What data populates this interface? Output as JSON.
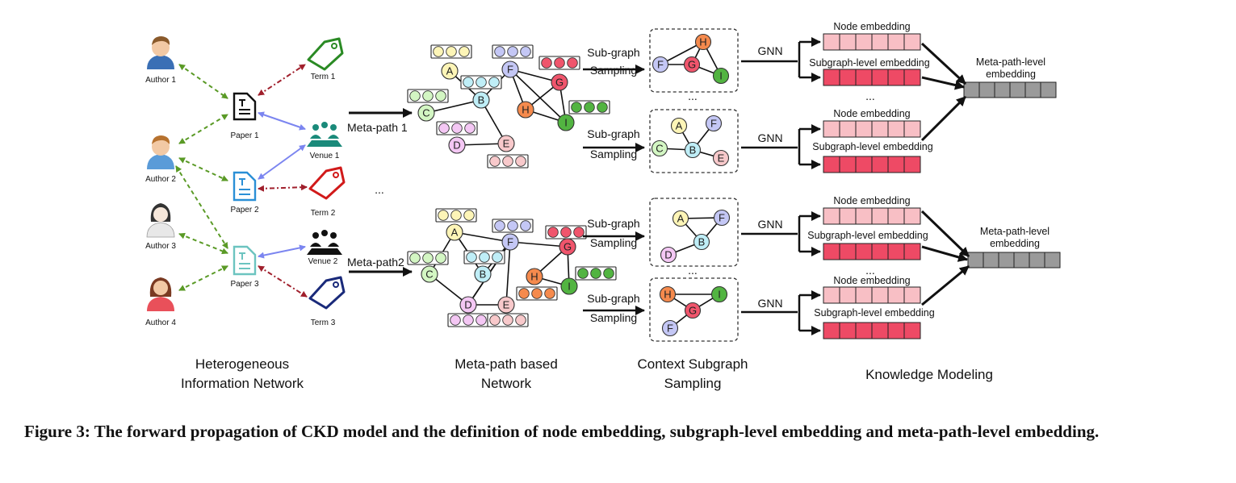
{
  "hin": {
    "authors": [
      "Author 1",
      "Author 2",
      "Author 3",
      "Author 4"
    ],
    "papers": [
      "Paper 1",
      "Paper 2",
      "Paper 3"
    ],
    "venues": [
      "Venue 1",
      "Venue 2"
    ],
    "terms": [
      "Term 1",
      "Term 2",
      "Term 3"
    ],
    "title_line1": "Heterogeneous",
    "title_line2": "Information Network"
  },
  "meta_paths": [
    "Meta-path 1",
    "Meta-path2"
  ],
  "nodes": [
    "A",
    "B",
    "C",
    "D",
    "E",
    "F",
    "G",
    "H",
    "I"
  ],
  "ellipsis": "...",
  "sampling": {
    "line1": "Sub-graph",
    "line2": "Sampling"
  },
  "gnn_label": "GNN",
  "embedding": {
    "node": "Node embedding",
    "subgraph": "Subgraph-level embedding",
    "meta_path_line1": "Meta-path-level",
    "meta_path_line2": "embedding"
  },
  "section_titles": {
    "mpn_line1": "Meta-path based",
    "mpn_line2": "Network",
    "ctx_line1": "Context Subgraph",
    "ctx_line2": "Sampling",
    "km": "Knowledge Modeling"
  },
  "caption": "Figure 3: The forward propagation of CKD model and the definition of node embedding, subgraph-level embedding and meta-path-level embedding.",
  "colors": {
    "A": "#fdf5b7",
    "B": "#bfeef7",
    "C": "#d3f6c3",
    "D": "#f4c7f4",
    "E": "#f8c9cb",
    "F": "#c4c7f5",
    "G": "#f0556c",
    "H": "#f58a4d",
    "I": "#52b441",
    "author_edge": "#5a9a26",
    "term_edge": "#a01f2c",
    "venue_edge": "#7b85f0",
    "node_emb": "#f8bfc5",
    "subgraph_emb": "#ee4a65",
    "meta_emb": "#9a9a9a"
  }
}
